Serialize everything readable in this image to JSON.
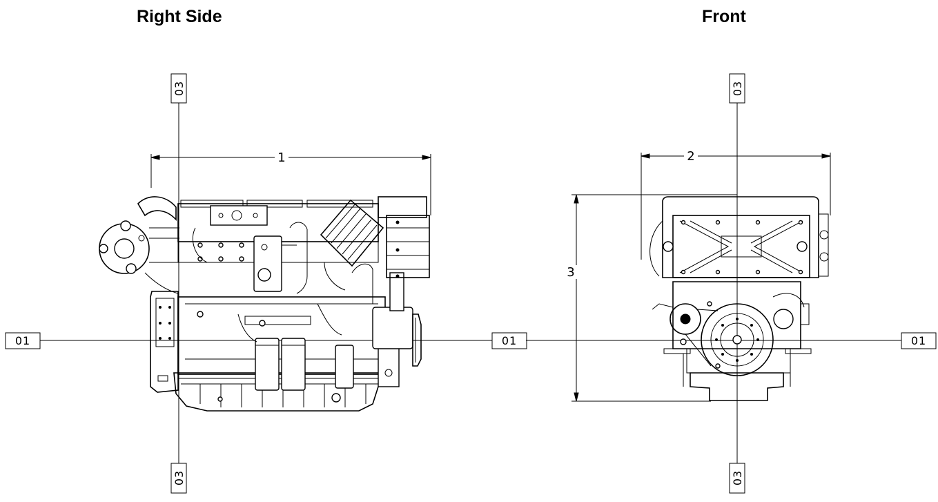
{
  "views": {
    "right_side": {
      "title": "Right Side"
    },
    "front": {
      "title": "Front"
    }
  },
  "datum_tags": {
    "horizontal": "01",
    "vertical": "03"
  },
  "dimensions": {
    "length": "1",
    "width": "2",
    "height": "3"
  }
}
